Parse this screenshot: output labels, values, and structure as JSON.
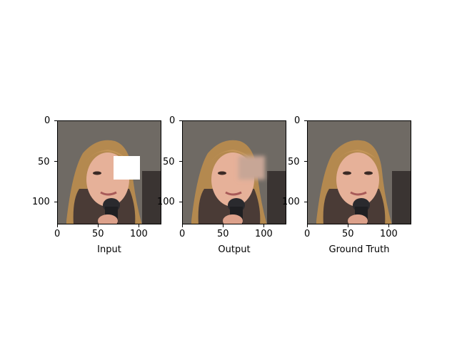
{
  "panels": [
    {
      "xlabel": "Input",
      "masked": true,
      "blurred": false
    },
    {
      "xlabel": "Output",
      "masked": false,
      "blurred": true
    },
    {
      "xlabel": "Ground Truth",
      "masked": false,
      "blurred": false
    }
  ],
  "x_ticks": [
    "0",
    "50",
    "100"
  ],
  "y_ticks": [
    "0",
    "50",
    "100"
  ],
  "image_extent": [
    0,
    128
  ],
  "mask_region": {
    "x": [
      68,
      100
    ],
    "y": [
      44,
      72
    ]
  },
  "mask_color": "#ffffff"
}
